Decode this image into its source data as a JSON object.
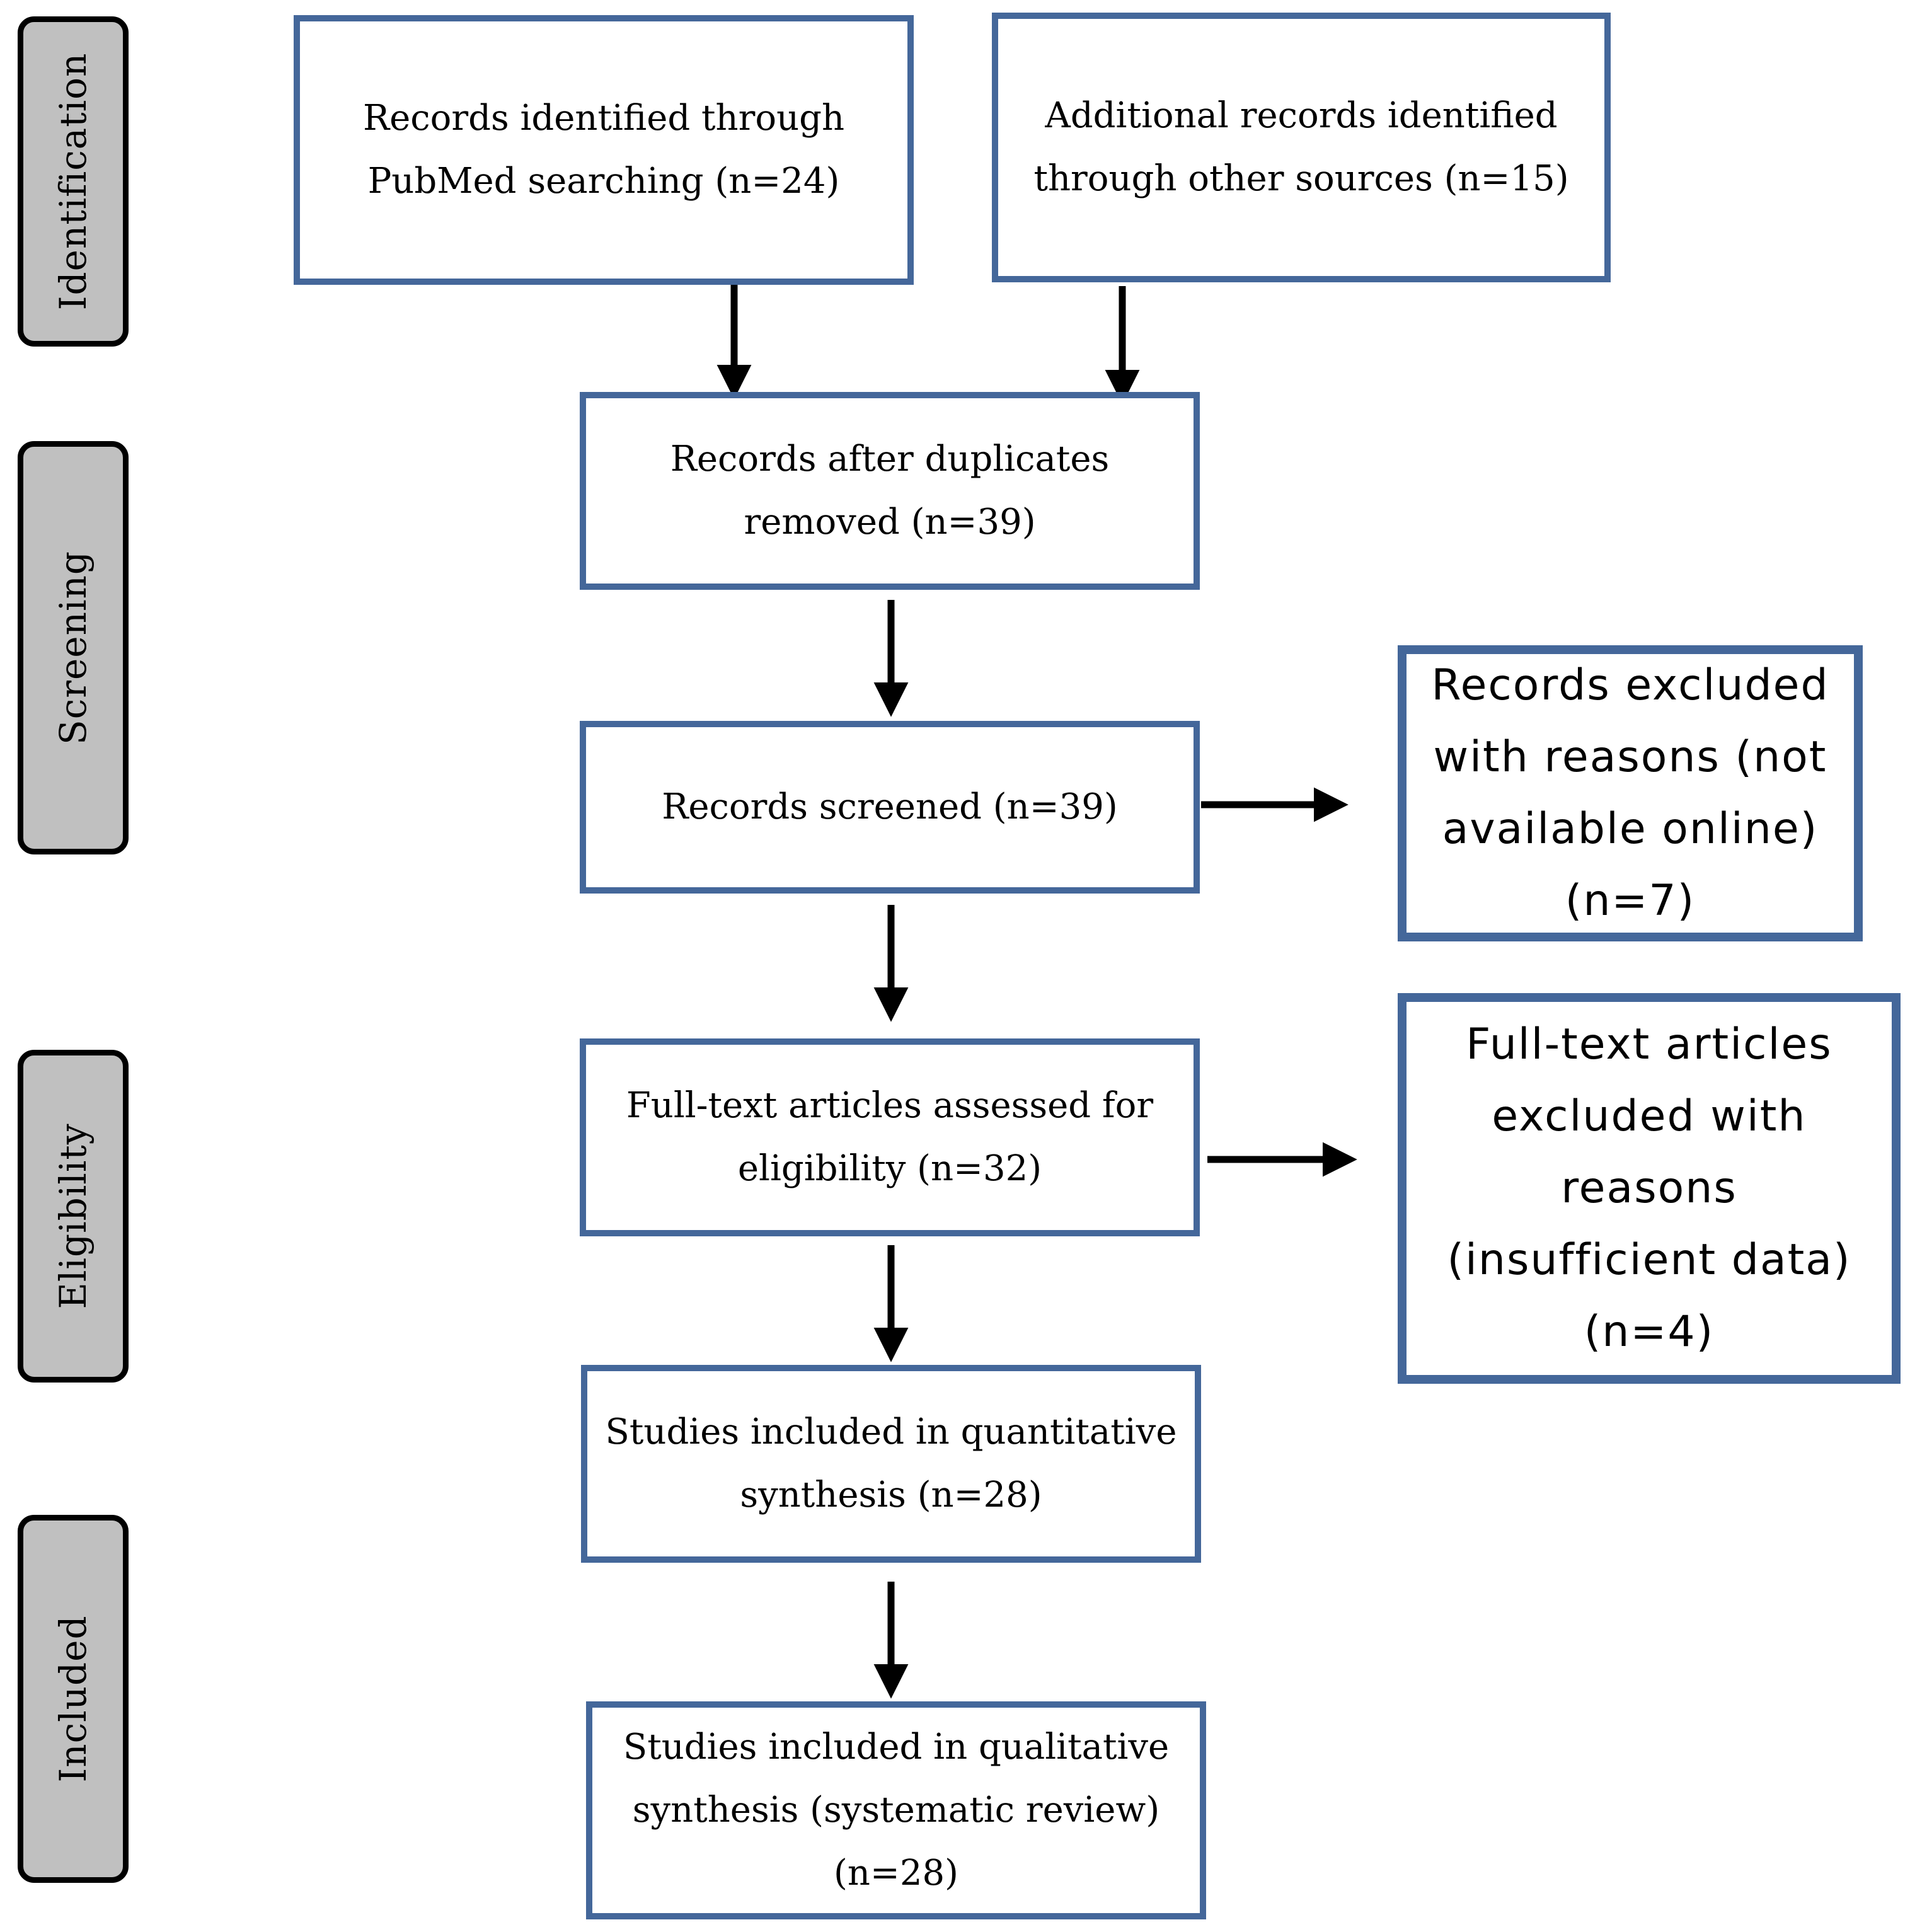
{
  "stages": {
    "identification": "Identification",
    "screening": "Screening",
    "eligibility": "Eligibility",
    "included": "Included"
  },
  "boxes": {
    "pubmed": [
      "Records identified through",
      "PubMed searching (n=24)"
    ],
    "other_sources": [
      "Additional records identified",
      "through other sources (n=15)"
    ],
    "after_duplicates": [
      "Records after duplicates",
      "removed (n=39)"
    ],
    "screened": [
      "Records screened (n=39)"
    ],
    "excluded_screen": [
      "Records excluded",
      "with reasons (not",
      "available online)",
      "(n=7)"
    ],
    "fulltext_assessed": [
      "Full-text articles assessed for",
      "eligibility (n=32)"
    ],
    "fulltext_excluded": [
      "Full-text articles",
      "excluded with",
      "reasons",
      "(insufficient data)",
      "(n=4)"
    ],
    "quantitative": [
      "Studies included in quantitative",
      "synthesis (n=28)"
    ],
    "qualitative": [
      "Studies included in qualitative",
      "synthesis (systematic review)",
      "(n=28)"
    ]
  },
  "colors": {
    "box_border": "#44679a",
    "stage_fill": "#c0c0c0",
    "arrow": "#000000"
  }
}
